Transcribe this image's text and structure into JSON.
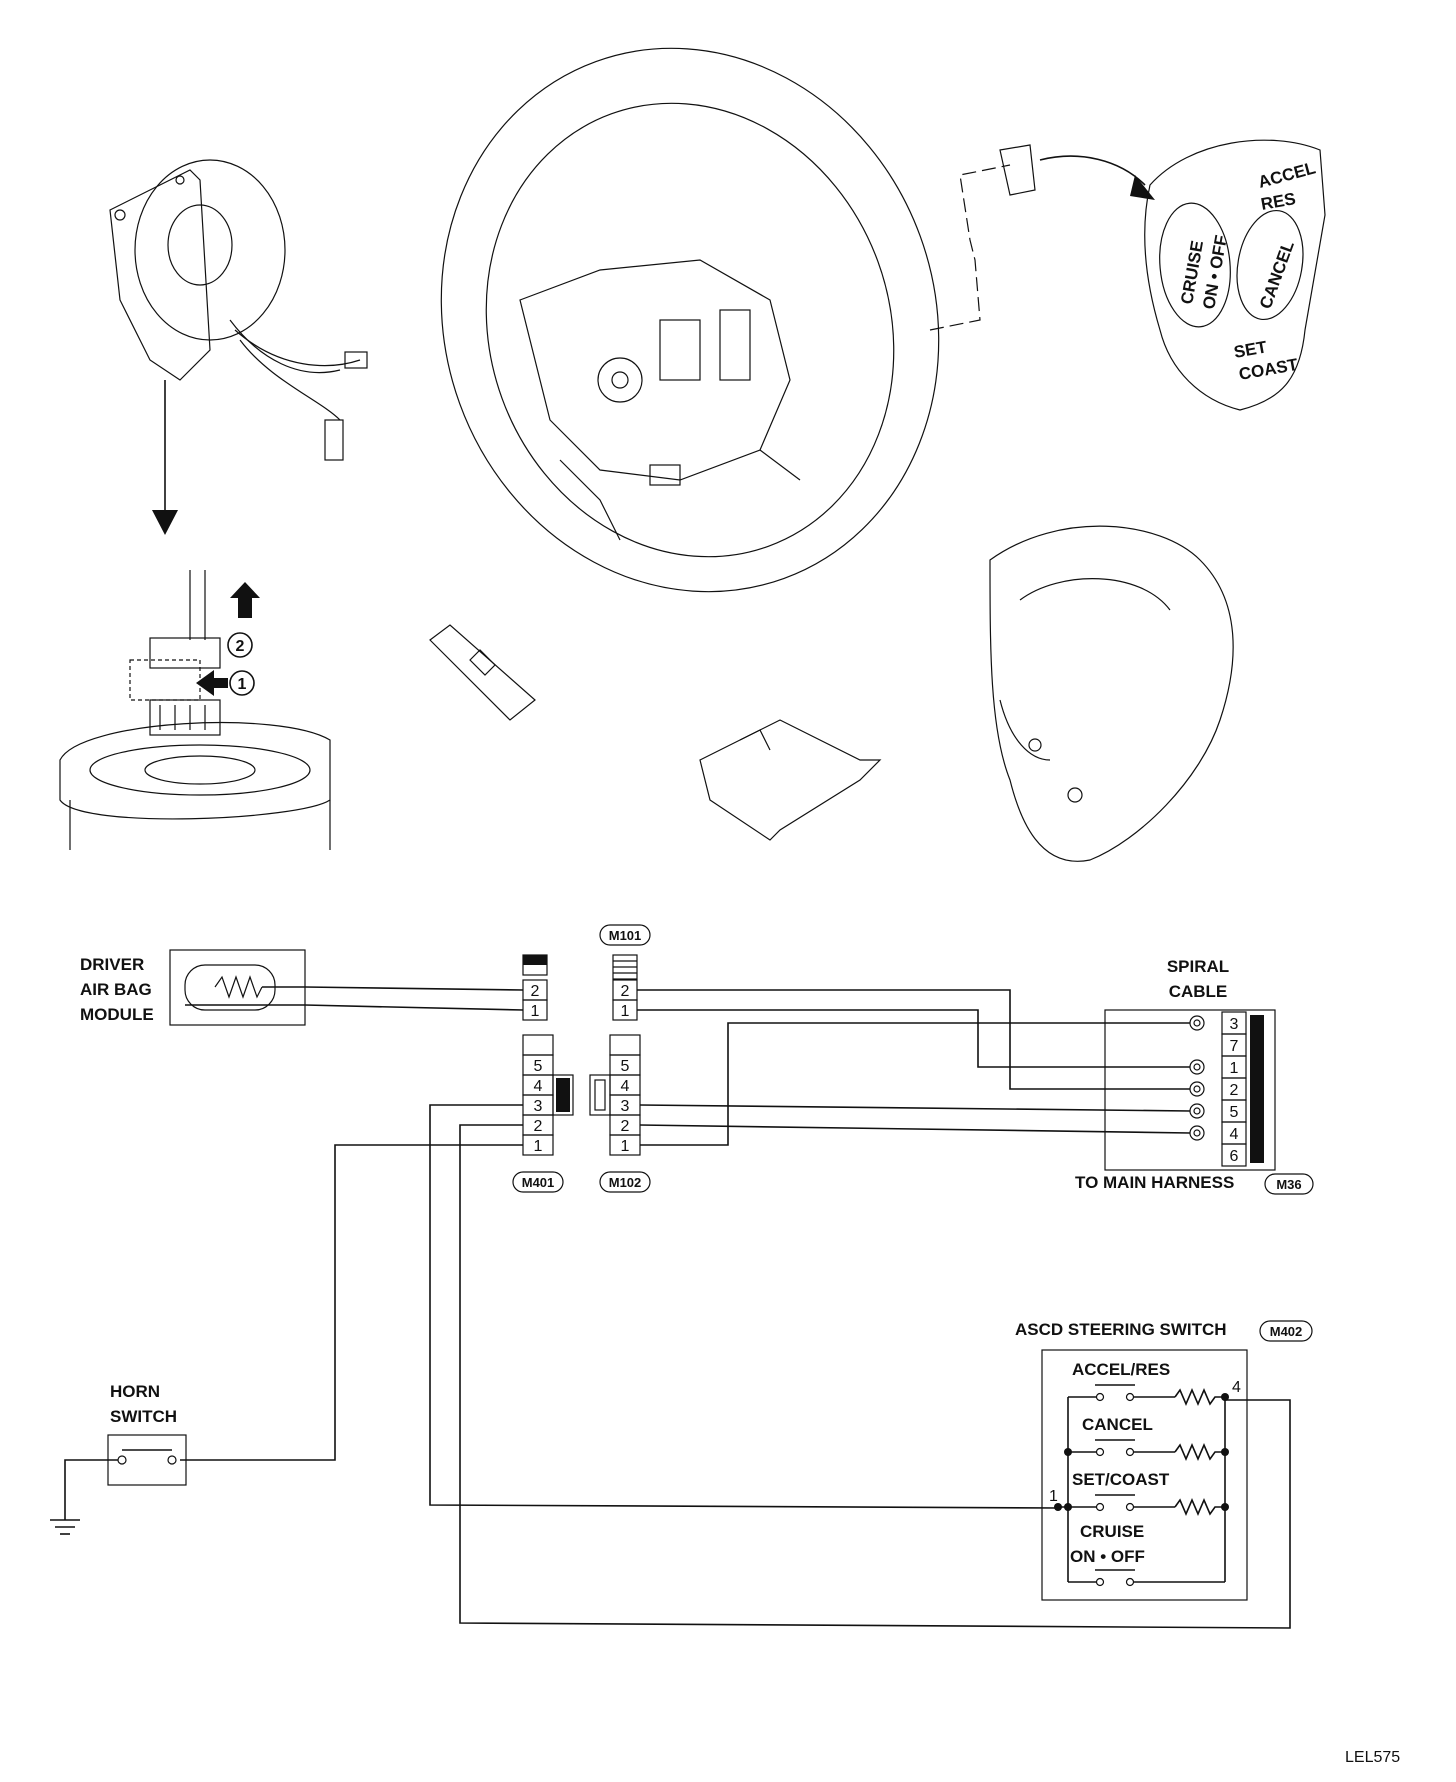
{
  "labels": {
    "driver_air_bag_line1": "DRIVER",
    "driver_air_bag_line2": "AIR BAG",
    "driver_air_bag_line3": "MODULE",
    "spiral_cable_line1": "SPIRAL",
    "spiral_cable_line2": "CABLE",
    "to_main_harness": "TO MAIN HARNESS",
    "ascd_steering_switch": "ASCD STEERING SWITCH",
    "horn_switch_line1": "HORN",
    "horn_switch_line2": "SWITCH",
    "accel_res": "ACCEL/RES",
    "cancel": "CANCEL",
    "set_coast": "SET/COAST",
    "cruise": "CRUISE",
    "on_off": "ON • OFF",
    "figure_code": "LEL575"
  },
  "connectors": {
    "m101": "M101",
    "m102": "M102",
    "m401": "M401",
    "m36": "M36",
    "m402": "M402"
  },
  "pad_labels": {
    "accel": "ACCEL",
    "res": "RES",
    "cruise": "CRUISE",
    "on_off": "ON • OFF",
    "cancel": "CANCEL",
    "set": "SET",
    "coast": "COAST"
  },
  "step_labels": {
    "step1": "1",
    "step2": "2"
  },
  "pins": {
    "m401_upper": [
      "2",
      "1"
    ],
    "m401_lower": [
      "5",
      "4",
      "3",
      "2",
      "1"
    ],
    "m101": [
      "2",
      "1"
    ],
    "m102": [
      "5",
      "4",
      "3",
      "2",
      "1"
    ],
    "spiral": [
      "3",
      "7",
      "1",
      "2",
      "5",
      "4",
      "6"
    ],
    "switch_pin4": "4",
    "switch_pin1": "1"
  }
}
